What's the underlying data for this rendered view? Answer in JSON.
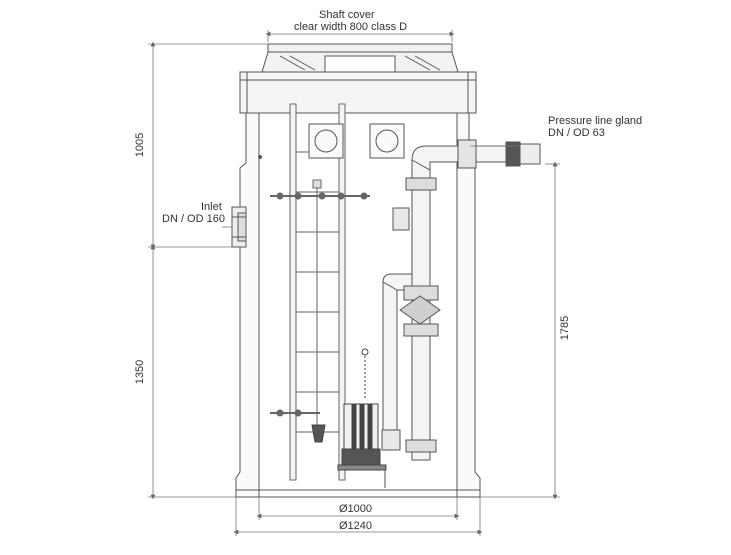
{
  "labels": {
    "shaft_cover_line1": "Shaft cover",
    "shaft_cover_line2": "clear width 800 class D",
    "pressure_line1": "Pressure line gland",
    "pressure_line2": "DN / OD 63",
    "inlet_line1": "Inlet",
    "inlet_line2": "DN / OD 160"
  },
  "dimensions": {
    "upper_height": "1005",
    "lower_height": "1350",
    "outlet_height": "1785",
    "inner_diameter": "Ø1000",
    "outer_diameter": "Ø1240"
  },
  "colors": {
    "line": "#555555",
    "dim_line": "#777777",
    "fill_light": "#f7f7f7",
    "fill_mid": "#e6e6e6",
    "fill_dark": "#444444"
  }
}
